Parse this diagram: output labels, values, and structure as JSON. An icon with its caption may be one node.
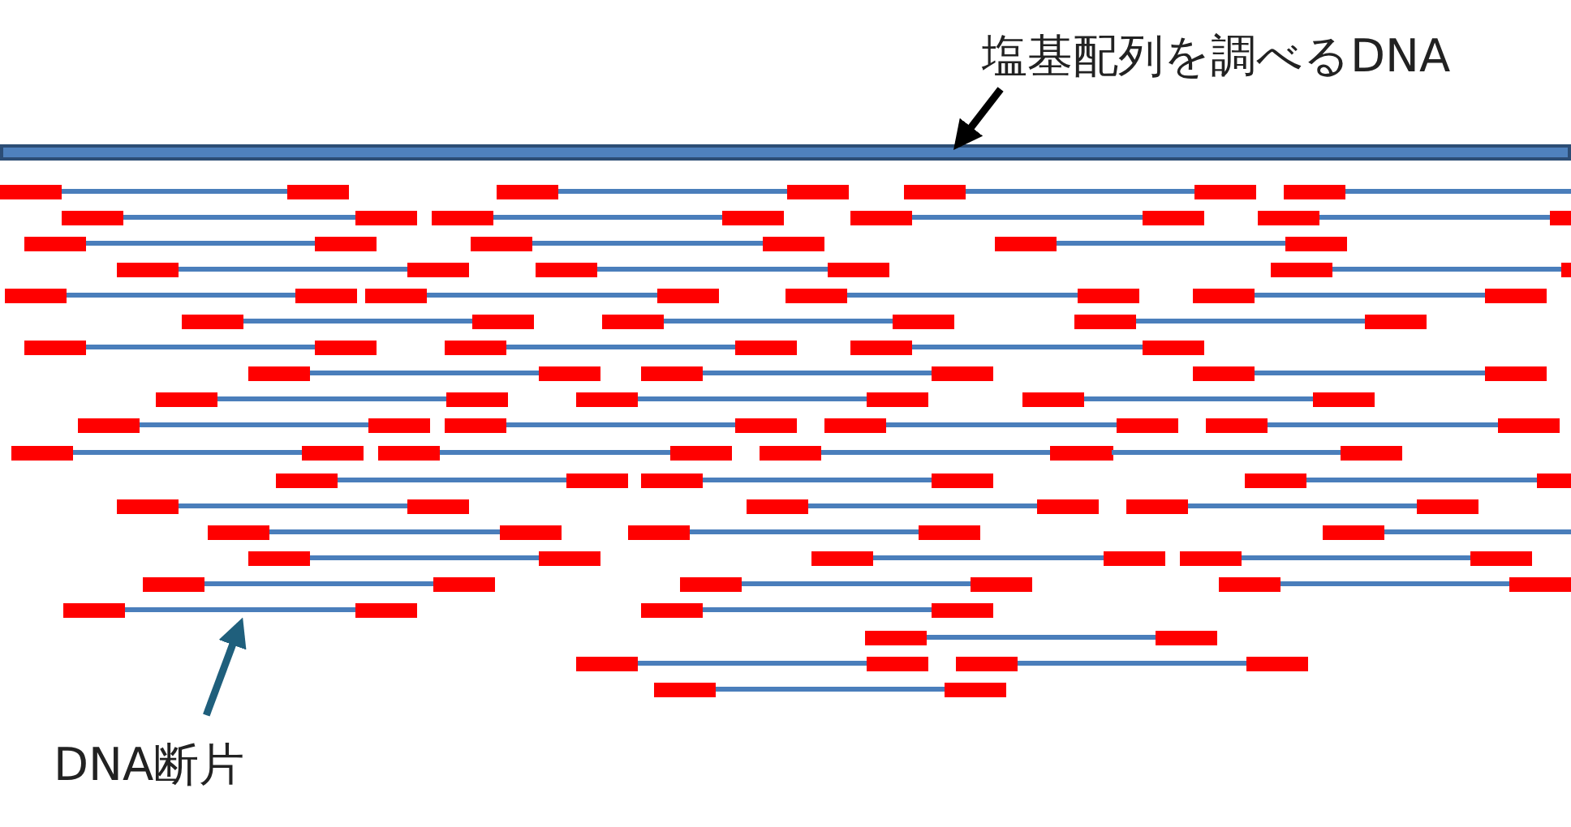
{
  "diagram": {
    "nodes": [
      {
        "text": [
          "塩基配列を調べるDNA"
        ]
      },
      {
        "text": [],
        "shape": "bar"
      },
      {
        "text": [
          "DNA断片"
        ]
      },
      {
        "text": [],
        "shape": "bar"
      }
    ],
    "edges": [
      {
        "from": 0,
        "to": 1,
        "arrow": "to"
      },
      {
        "from": 2,
        "to": 3,
        "arrow": "to",
        "color": "#1f5f7c"
      }
    ]
  }
}
